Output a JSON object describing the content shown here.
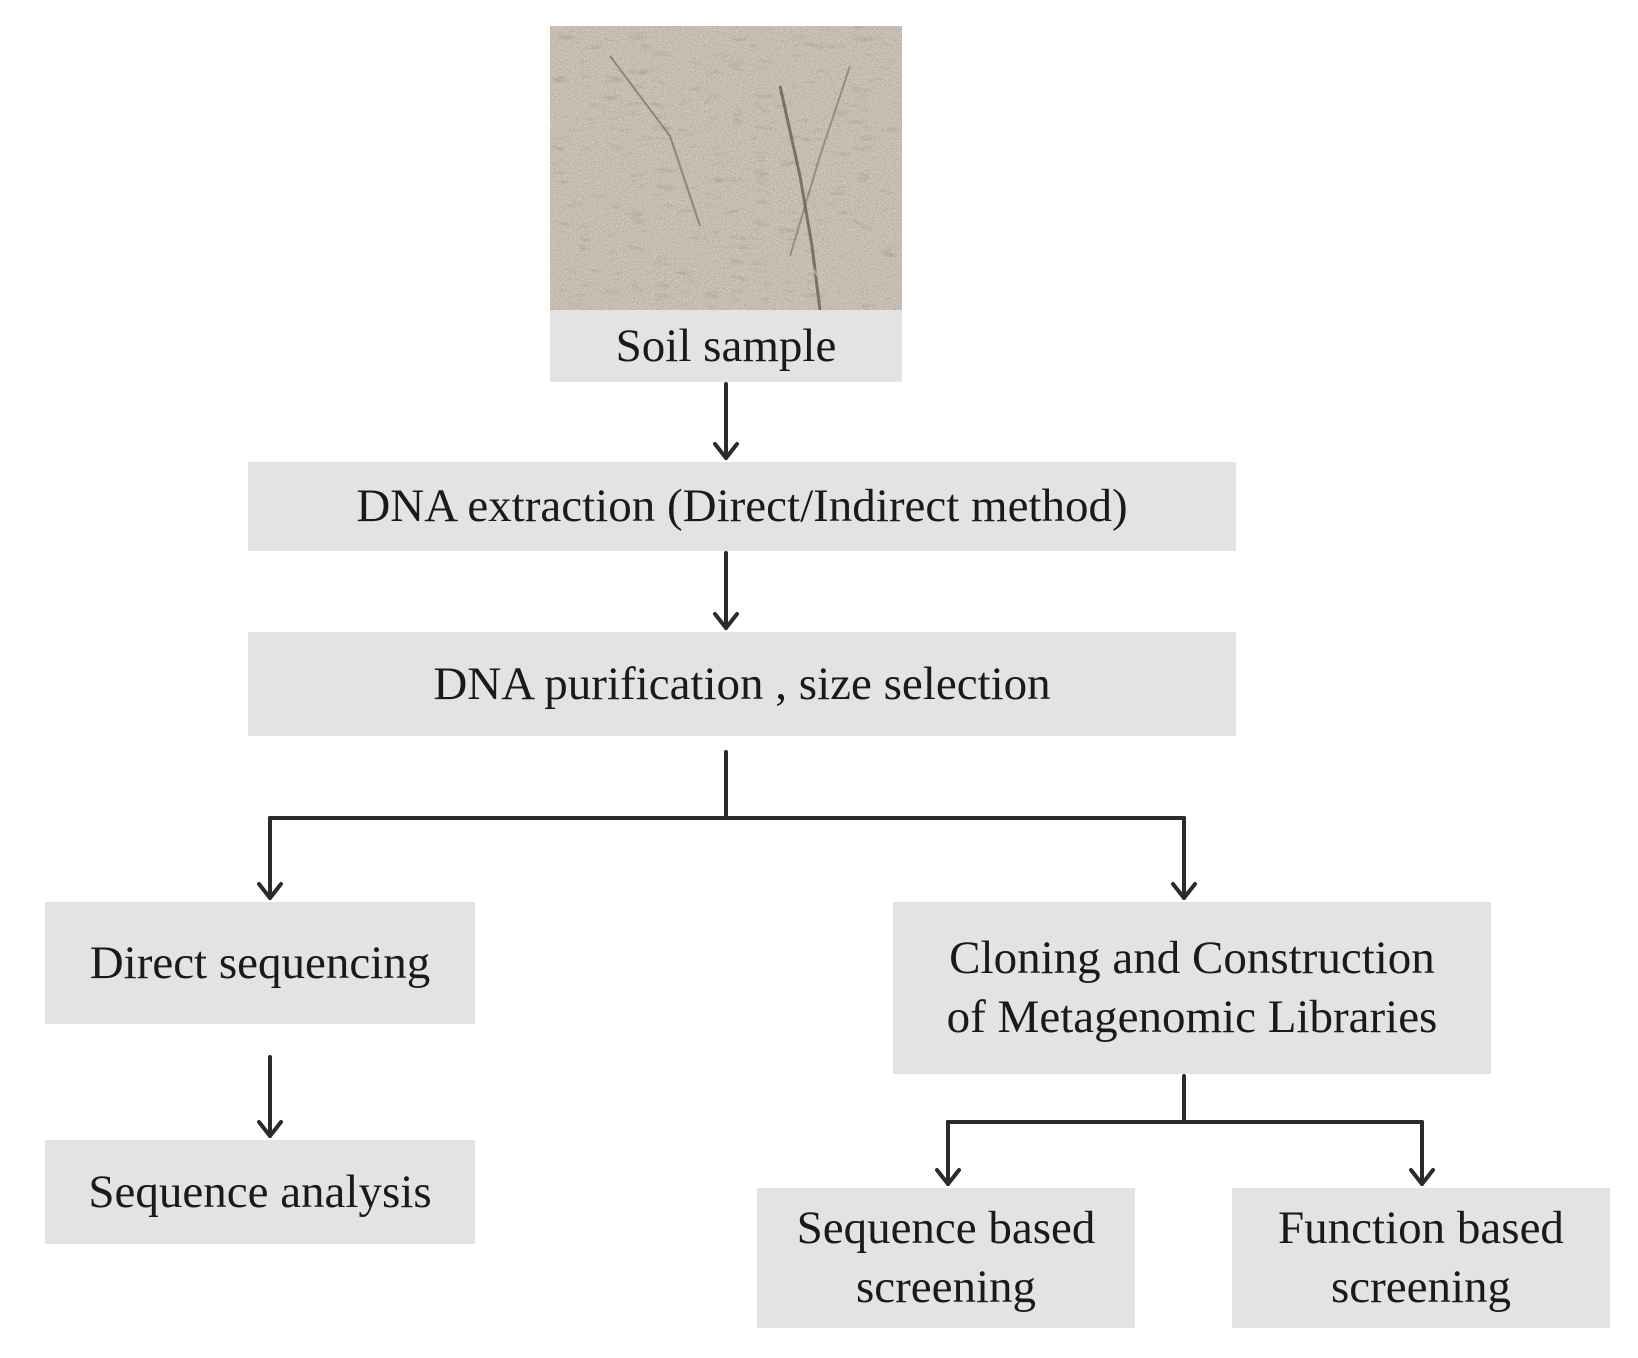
{
  "nodes": {
    "soil": "Soil sample",
    "extraction": "DNA extraction (Direct/Indirect method)",
    "purification": "DNA purification , size selection",
    "direct": "Direct sequencing",
    "analysis": "Sequence analysis",
    "cloning_line1": "Cloning and Construction",
    "cloning_line2": "of Metagenomic Libraries",
    "seqscreen_line1": "Sequence based",
    "seqscreen_line2": "screening",
    "funcscreen_line1": "Function based",
    "funcscreen_line2": "screening"
  },
  "colors": {
    "box_fill": "#e3e3e3",
    "line": "#2b2b2b",
    "text": "#1a1a1a"
  }
}
